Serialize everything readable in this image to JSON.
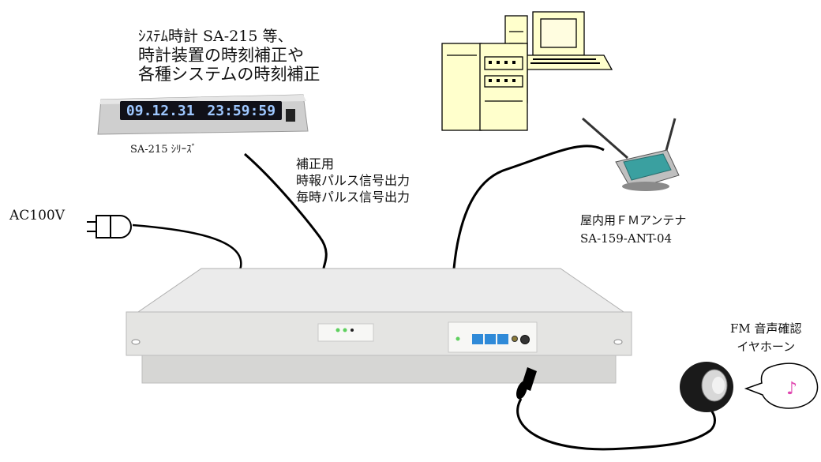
{
  "system_caption": {
    "line1": "ｼｽﾃﾑ時計 SA-215 等、",
    "line2": "時計装置の時刻補正や",
    "line3": "各種システムの時刻補正"
  },
  "clock_display": {
    "date": "09.12.31",
    "time": "23:59:59"
  },
  "clock_model": "SA-215 ｼﾘｰｽﾞ",
  "correction_caption": {
    "line1": "補正用",
    "line2": "時報パルス信号出力",
    "line3": "毎時パルス信号出力"
  },
  "power_label": "AC100V",
  "antenna_caption": {
    "line1": "屋内用ＦＭアンテナ",
    "line2": "SA-159-ANT-04"
  },
  "earphone_caption": {
    "line1": "FM 音声確認",
    "line2": "イヤホーン"
  },
  "note_symbol": "♪",
  "colors": {
    "computer_fill": "#ffffcc",
    "panel_blue": "#2f8ad8",
    "antenna_green": "#3aa0a0",
    "note": "#e048b0"
  }
}
